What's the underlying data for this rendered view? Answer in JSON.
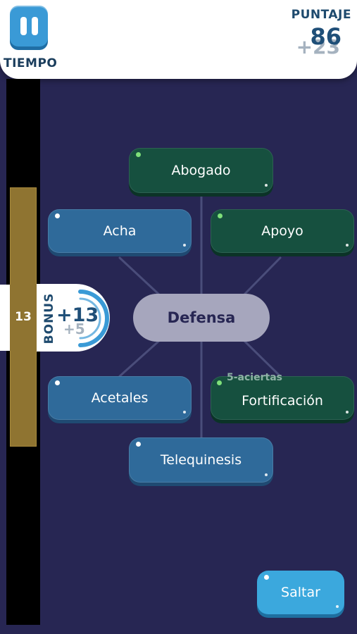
{
  "header": {
    "time_label": "TIEMPO",
    "score_label": "PUNTAJE",
    "score_value": "86",
    "score_gain": "+23"
  },
  "timer": {
    "value": "13",
    "remaining_fraction": 0.48
  },
  "bonus": {
    "label": "BONUS",
    "value": "+13",
    "previous": "+5"
  },
  "board": {
    "center_word": "Defensa",
    "streak_label": "5-aciertas",
    "options": [
      {
        "label": "Abogado",
        "state": "correct"
      },
      {
        "label": "Acha",
        "state": "pending"
      },
      {
        "label": "Apoyo",
        "state": "correct"
      },
      {
        "label": "Acetales",
        "state": "pending"
      },
      {
        "label": "Fortificación",
        "state": "correct"
      },
      {
        "label": "Telequinesis",
        "state": "pending"
      }
    ]
  },
  "actions": {
    "skip_label": "Saltar"
  },
  "colors": {
    "background": "#272653",
    "pending_node": "#2f6a9a",
    "correct_node": "#16503f",
    "center_node": "#a6a6bd",
    "timer_fill": "#8f7431",
    "skip_button": "#3ba8dd"
  }
}
